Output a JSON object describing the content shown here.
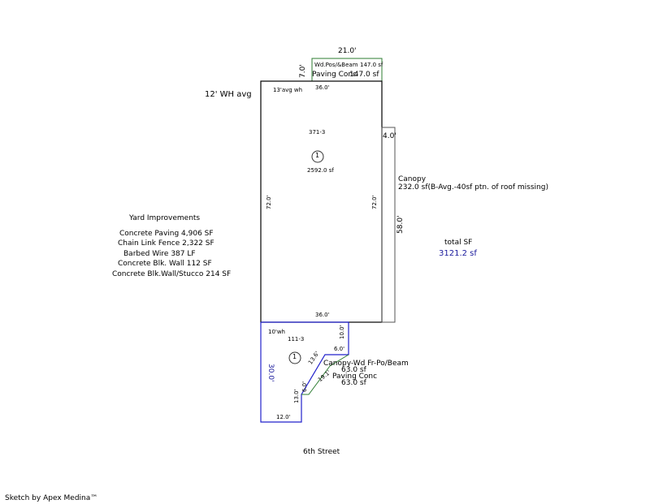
{
  "header": {
    "width_label": "21.0'"
  },
  "top_annex": {
    "height_label": "7.0'",
    "name": "Wd.Pos/&Beam",
    "area": "147.0 sf",
    "line2": "Paving Conc",
    "area2": "147.0 sf"
  },
  "wall_height": "12' WH avg",
  "main_building": {
    "avg": "13'avg wh",
    "top_dim": "36.0'",
    "code": "371-3",
    "circle": "1",
    "area": "2592.0 sf",
    "left_dim": "72.0'",
    "right_dim": "72.0'",
    "bottom_dim": "36.0'"
  },
  "canopy": {
    "width_dim": "4.0'",
    "height_dim": "58.0'",
    "label": "Canopy",
    "desc": "232.0 sf(B-Avg.-40sf ptn. of roof missing)"
  },
  "yard_improvements": {
    "title": "Yard Improvements",
    "items": [
      "Concrete Paving 4,906 SF",
      "Chain Link Fence 2,322 SF",
      "Barbed Wire 387 LF",
      "Concrete Blk. Wall 112 SF",
      "Concrete Blk.Wall/Stucco  214 SF"
    ]
  },
  "total": {
    "label": "total SF",
    "value": "3121.2 sf"
  },
  "lower_building": {
    "wh": "10'wh",
    "code": "111-3",
    "circle": "1",
    "left_dim": "30.0'",
    "bottom_dim": "12.0'",
    "dim_10": "10.0'",
    "dim_6": "6.0'",
    "dim_13_6": "13.6'",
    "dim_6b": "6.0'",
    "dim_13": "13.0'",
    "dim_19_1": "19.1'"
  },
  "lower_canopy": {
    "label": "Canopy-Wd Fr-Po/Beam",
    "area": "63.0 sf",
    "label2": "Paving Conc",
    "area2": "63.0 sf"
  },
  "street": "6th Street",
  "footer": "Sketch by Apex Medina™"
}
